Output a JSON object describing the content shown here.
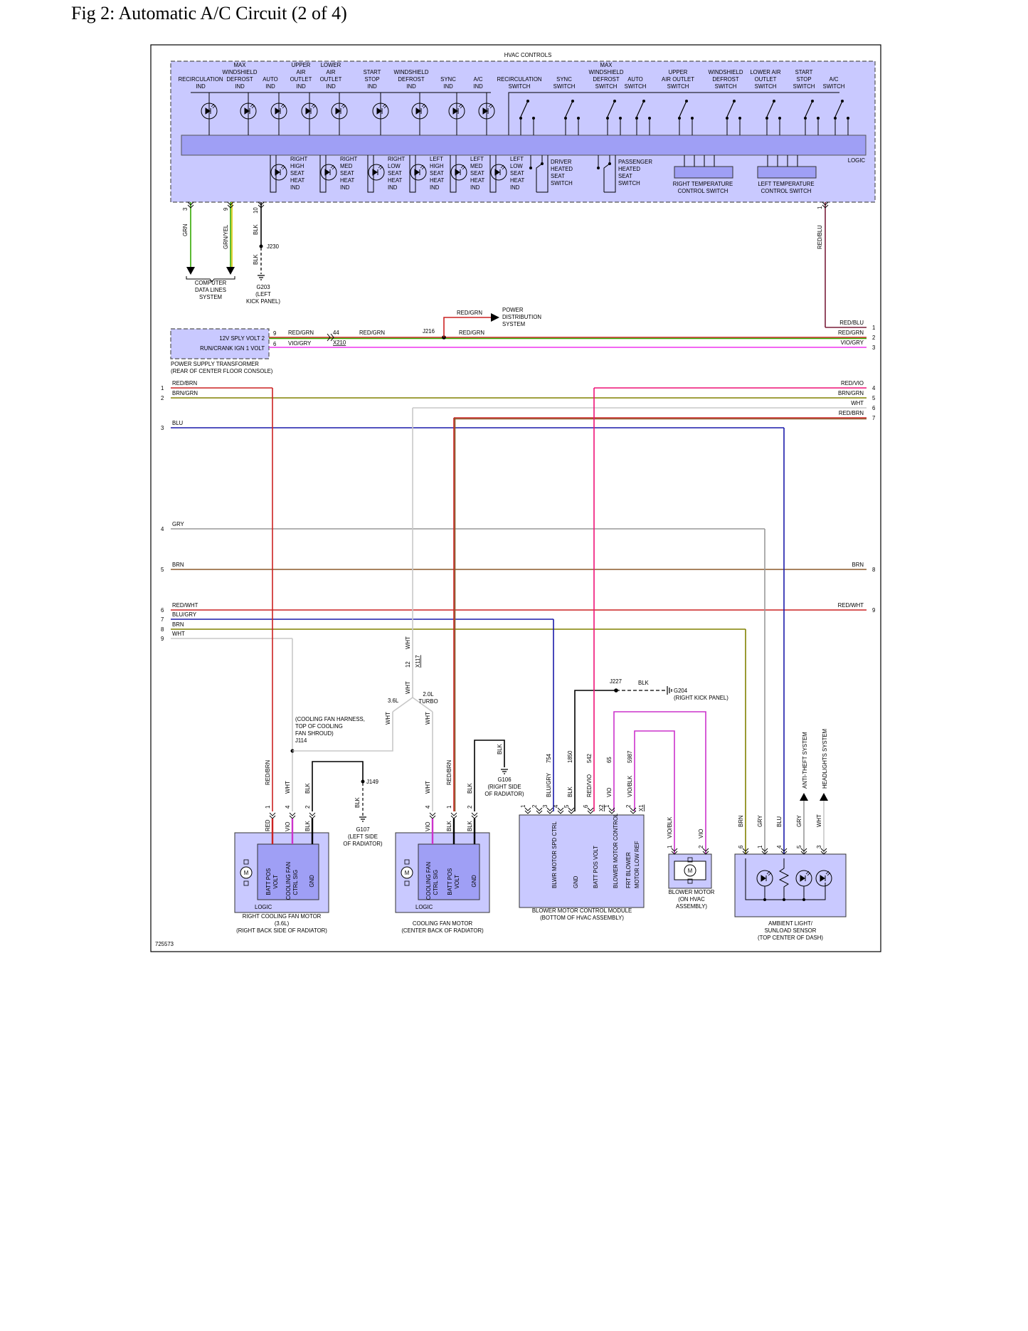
{
  "title": "Fig 2: Automatic A/C Circuit (2 of 4)",
  "figure_id": "725573",
  "colors": {
    "module_fill": "#c9c9ff",
    "module_bar": "#9f9ff5",
    "RED": "#cc2222",
    "GRN": "#33aa00",
    "BLK": "#000000",
    "BRN": "#8b5a2b",
    "VIO": "#cc33cc",
    "GRY": "#999999",
    "BLU": "#1a1aaa",
    "WHT": "#c8c8c8",
    "YEL": "#d8c800",
    "OLIVE": "#808000",
    "PINK": "#ee1177"
  },
  "hvac": {
    "title": "HVAC CONTROLS",
    "logic": "LOGIC",
    "indicators": [
      [
        "RECIRCULATION",
        "IND"
      ],
      [
        "MAX",
        "WINDSHIELD",
        "DEFROST",
        "IND"
      ],
      [
        "AUTO",
        "IND"
      ],
      [
        "UPPER",
        "AIR",
        "OUTLET",
        "IND"
      ],
      [
        "LOWER",
        "AIR",
        "OUTLET",
        "IND"
      ],
      [
        "START",
        "STOP",
        "IND"
      ],
      [
        "WINDSHIELD",
        "DEFROST",
        "IND"
      ],
      [
        "SYNC",
        "IND"
      ],
      [
        "A/C",
        "IND"
      ]
    ],
    "switches": [
      [
        "RECIRCULATION",
        "SWITCH"
      ],
      [
        "SYNC",
        "SWITCH"
      ],
      [
        "MAX",
        "WINDSHIELD",
        "DEFROST",
        "SWITCH"
      ],
      [
        "AUTO",
        "SWITCH"
      ],
      [
        "UPPER",
        "AIR OUTLET",
        "SWITCH"
      ],
      [
        "WINDSHIELD",
        "DEFROST",
        "SWITCH"
      ],
      [
        "LOWER AIR",
        "OUTLET",
        "SWITCH"
      ],
      [
        "START",
        "STOP",
        "SWITCH"
      ],
      [
        "A/C",
        "SWITCH"
      ]
    ],
    "seat_indicators": [
      [
        "RIGHT",
        "HIGH",
        "SEAT",
        "HEAT",
        "IND"
      ],
      [
        "RIGHT",
        "MED",
        "SEAT",
        "HEAT",
        "IND"
      ],
      [
        "RIGHT",
        "LOW",
        "SEAT",
        "HEAT",
        "IND"
      ],
      [
        "LEFT",
        "HIGH",
        "SEAT",
        "HEAT",
        "IND"
      ],
      [
        "LEFT",
        "MED",
        "SEAT",
        "HEAT",
        "IND"
      ],
      [
        "LEFT",
        "LOW",
        "SEAT",
        "HEAT",
        "IND"
      ]
    ],
    "seat_switches": [
      [
        "DRIVER",
        "HEATED",
        "SEAT",
        "SWITCH"
      ],
      [
        "PASSENGER",
        "HEATED",
        "SEAT",
        "SWITCH"
      ]
    ],
    "temp_switches": [
      [
        "RIGHT TEMPERATURE",
        "CONTROL SWITCH"
      ],
      [
        "LEFT TEMPERATURE",
        "CONTROL SWITCH"
      ]
    ]
  },
  "hvac_pins": {
    "p3": "3",
    "p9": "9",
    "p10": "10",
    "p1": "1",
    "grn": "GRN",
    "grnyel": "GRN/YEL",
    "blk": "BLK",
    "redblu": "RED/BLU",
    "j230": "J230",
    "g203": [
      "G203",
      "(LEFT",
      "KICK PANEL)"
    ],
    "cdl": [
      "COMPUTER",
      "DATA LINES",
      "SYSTEM"
    ]
  },
  "power_supply": {
    "lines": [
      "12V SPLY VOLT 2",
      "RUN/CRANK IGN 1 VOLT"
    ],
    "pins": [
      "9",
      "6"
    ],
    "name": [
      "POWER SUPPLY TRANSFORMER",
      "(REAR OF CENTER FLOOR CONSOLE)"
    ],
    "wires": {
      "redgrn": "RED/GRN",
      "viogry": "VIO/GRY",
      "c44": "44",
      "x210": "X210",
      "j216": "J216",
      "pds": [
        "POWER",
        "DISTRIBUTION",
        "SYSTEM"
      ]
    }
  },
  "right_offpage": {
    "items": [
      {
        "pin": "1",
        "label": "RED/BLU"
      },
      {
        "pin": "2",
        "label": "RED/GRN"
      },
      {
        "pin": "3",
        "label": "VIO/GRY"
      },
      {
        "pin": "4",
        "label": "RED/VIO"
      },
      {
        "pin": "5",
        "label": "BRN/GRN"
      },
      {
        "pin": "6",
        "label": "WHT"
      },
      {
        "pin": "7",
        "label": "RED/BRN"
      },
      {
        "pin": "8",
        "label": "BRN"
      },
      {
        "pin": "9",
        "label": "RED/WHT"
      }
    ]
  },
  "left_offpage": {
    "items": [
      {
        "pin": "1",
        "label": "RED/BRN"
      },
      {
        "pin": "2",
        "label": "BRN/GRN"
      },
      {
        "pin": "3",
        "label": "BLU"
      },
      {
        "pin": "4",
        "label": "GRY"
      },
      {
        "pin": "5",
        "label": "BRN"
      },
      {
        "pin": "6",
        "label": "RED/WHT"
      },
      {
        "pin": "7",
        "label": "BLU/GRY"
      },
      {
        "pin": "8",
        "label": "BRN"
      },
      {
        "pin": "9",
        "label": "WHT"
      }
    ]
  },
  "splices": {
    "wht": "WHT",
    "c12": "12",
    "x117": "X117",
    "l36": "3.6L",
    "l20": [
      "2.0L",
      "TURBO"
    ],
    "j114": [
      "(COOLING FAN HARNESS,",
      "TOP OF COOLING",
      "FAN SHROUD)",
      "J114"
    ],
    "j149": "J149",
    "g107": [
      "G107",
      "(LEFT SIDE",
      "OF RADIATOR)"
    ],
    "g106": [
      "G106",
      "(RIGHT SIDE",
      "OF RADIATOR)"
    ],
    "j227": "J227",
    "g204": [
      "G204",
      "(RIGHT KICK PANEL)"
    ],
    "antitheft": "ANTI-THEFT SYSTEM",
    "headlights": "HEADLIGHTS SYSTEM"
  },
  "right_fan": {
    "name": [
      "RIGHT COOLING FAN MOTOR",
      "(3.6L)",
      "(RIGHT BACK SIDE OF RADIATOR)"
    ],
    "logic": "LOGIC",
    "pins": [
      "1",
      "4",
      "2"
    ],
    "wires": [
      "RED/BRN",
      "WHT",
      "BLK"
    ],
    "colors": [
      "RED",
      "VIO",
      "BLK"
    ],
    "inner": [
      [
        "BATT POS",
        "VOLT"
      ],
      [
        "COOLING FAN",
        "CTRL SIG"
      ],
      [
        "GND"
      ]
    ]
  },
  "center_fan": {
    "name": [
      "COOLING FAN MOTOR",
      "(CENTER BACK OF RADIATOR)"
    ],
    "logic": "LOGIC",
    "pins": [
      "4",
      "1",
      "2"
    ],
    "wires": [
      "WHT",
      "RED/BRN",
      "BLK"
    ],
    "colors": [
      "VIO",
      "BLK",
      "BLK"
    ],
    "inner": [
      [
        "COOLING FAN",
        "CTRL SIG"
      ],
      [
        "BATT POS",
        "VOLT"
      ],
      [
        "GND"
      ]
    ]
  },
  "blower_module": {
    "name": [
      "BLOWER MOTOR CONTROL MODULE",
      "(BOTTOM OF HVAC ASSEMBLY)"
    ],
    "pins": [
      "1",
      "2",
      "3",
      "4",
      "5",
      "6",
      "1",
      "2"
    ],
    "circuits": [
      "754",
      "1850",
      "542",
      "65",
      "5987"
    ],
    "wires": [
      "BLU/GRY",
      "BLK",
      "RED/VIO",
      "VIO",
      "VIO/BLK"
    ],
    "x2": "X2",
    "x1": "X1",
    "inner": [
      "BLWR MOTOR SPD CTRL",
      "GND",
      "BATT POS VOLT",
      "BLOWER MOTOR CONTROL",
      "FRT BLOWER",
      "MOTOR LOW REF"
    ],
    "blk": "BLK"
  },
  "blower_motor": {
    "name": [
      "BLOWER MOTOR",
      "(ON HVAC",
      "ASSEMBLY)"
    ],
    "pins": [
      "1",
      "2"
    ],
    "wires": [
      "VIO/BLK",
      "VIO"
    ]
  },
  "ambient": {
    "name": [
      "AMBIENT LIGHT/",
      "SUNLOAD SENSOR",
      "(TOP CENTER OF DASH)"
    ],
    "pins": [
      "6",
      "1",
      "4",
      "5",
      "3"
    ],
    "wires": [
      "BRN",
      "GRY",
      "BLU",
      "GRY",
      "WHT"
    ]
  }
}
